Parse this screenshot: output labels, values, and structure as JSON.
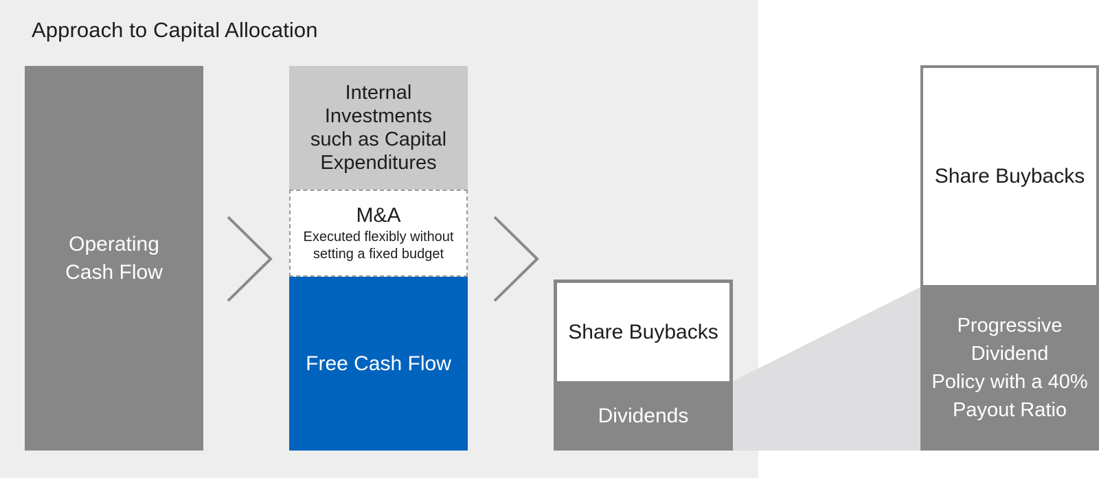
{
  "title": "Approach to Capital Allocation",
  "colors": {
    "panel_bg": "#eeeeef",
    "gray_block": "#878787",
    "light_gray_block": "#c8c9c8",
    "blue_block": "#0064be",
    "white_block": "#ffffff",
    "connector": "#dcdcde"
  },
  "operating_cash_flow": {
    "line1": "Operating",
    "line2": "Cash Flow"
  },
  "internal_investments": {
    "line1": "Internal",
    "line2": "Investments",
    "line3": "such as Capital",
    "line4": "Expenditures"
  },
  "ma": {
    "title": "M&A",
    "sub1": "Executed flexibly without",
    "sub2": "setting a fixed budget"
  },
  "free_cash_flow": {
    "label": "Free Cash Flow"
  },
  "shareholder_returns": {
    "buybacks": "Share Buybacks",
    "dividends": "Dividends"
  },
  "dividend_detail": {
    "buybacks": "Share Buybacks",
    "line1": "Progressive",
    "line2": "Dividend",
    "line3": "Policy with a 40%",
    "line4": "Payout Ratio"
  },
  "icons": {
    "arrow1": "chevron-right-icon",
    "arrow2": "chevron-right-icon"
  }
}
